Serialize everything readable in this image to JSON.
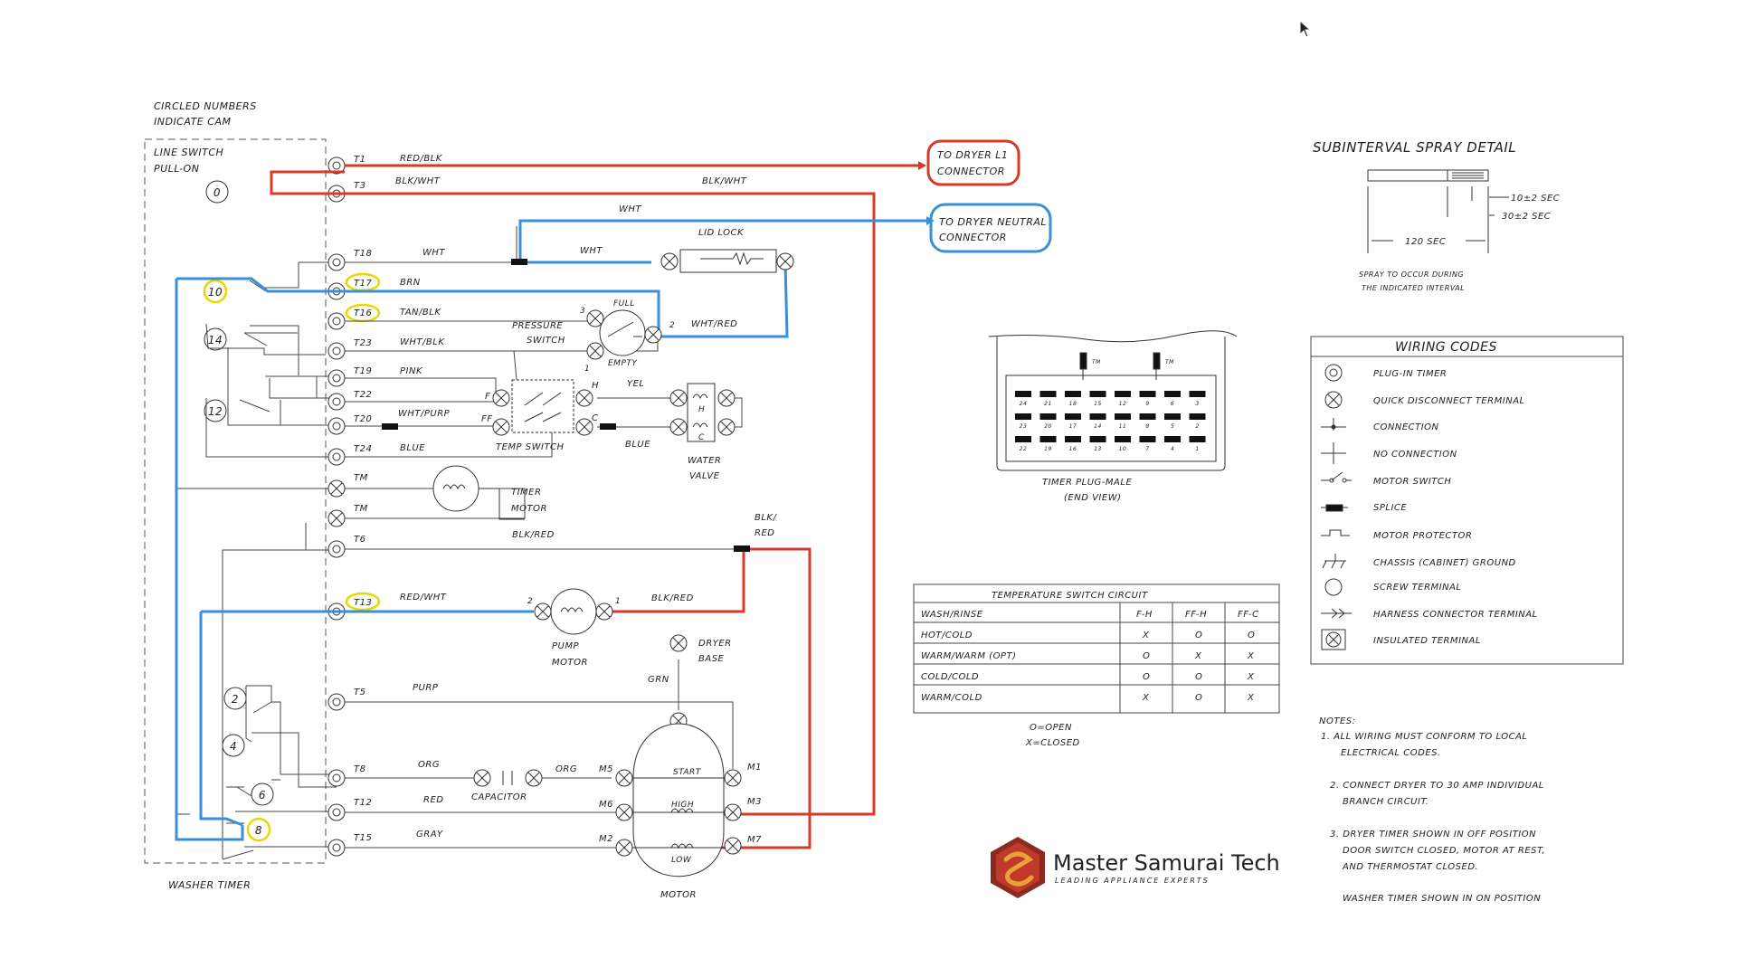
{
  "timer": {
    "cam_note_1": "CIRCLED NUMBERS",
    "cam_note_2": "INDICATE CAM",
    "line_switch_1": "LINE SWITCH",
    "line_switch_2": "PULL-ON",
    "footer": "WASHER TIMER",
    "cams": [
      "0",
      "10",
      "14",
      "12",
      "2",
      "4",
      "6",
      "8"
    ],
    "terminals": [
      "T1",
      "T3",
      "T18",
      "T17",
      "T16",
      "T23",
      "T19",
      "T22",
      "T20",
      "T24",
      "TM",
      "TM",
      "T6",
      "T13",
      "T5",
      "T8",
      "T12",
      "T15"
    ]
  },
  "wires": {
    "t1": "RED/BLK",
    "t3": "BLK/WHT",
    "t3_far": "BLK/WHT",
    "wht_top": "WHT",
    "t18": "WHT",
    "lid_wht": "WHT",
    "t17": "BRN",
    "t16": "TAN/BLK",
    "t23": "WHT/BLK",
    "t19": "PINK",
    "t20": "WHT/PURP",
    "t24": "BLUE",
    "yel": "YEL",
    "blue_valve": "BLUE",
    "t6": "BLK/RED",
    "blkred_v1": "BLK/",
    "blkred_v2": "RED",
    "t13": "RED/WHT",
    "pump_right": "BLK/RED",
    "t5": "PURP",
    "t8": "ORG",
    "org2": "ORG",
    "t12": "RED",
    "t15": "GRAY",
    "grn": "GRN",
    "wht_red": "WHT/RED"
  },
  "callouts": {
    "l1_1": "TO DRYER L1",
    "l1_2": "CONNECTOR",
    "neutral_1": "TO DRYER NEUTRAL",
    "neutral_2": "CONNECTOR"
  },
  "components": {
    "lid_lock": "LID LOCK",
    "pressure_1": "PRESSURE",
    "pressure_2": "SWITCH",
    "full": "FULL",
    "empty": "EMPTY",
    "ps_3": "3",
    "ps_1": "1",
    "ps_2": "2",
    "temp_switch": "TEMP SWITCH",
    "ts_f": "F",
    "ts_ff": "FF",
    "ts_h": "H",
    "ts_c": "C",
    "water_1": "WATER",
    "water_2": "VALVE",
    "valve_h": "H",
    "valve_c": "C",
    "timer_motor_1": "TIMER",
    "timer_motor_2": "MOTOR",
    "pump_1": "PUMP",
    "pump_2": "MOTOR",
    "pump_in": "2",
    "pump_out": "1",
    "dryer_base_1": "DRYER",
    "dryer_base_2": "BASE",
    "capacitor": "CAPACITOR",
    "motor": "MOTOR",
    "start": "START",
    "high": "HIGH",
    "low": "LOW",
    "m5": "M5",
    "m6": "M6",
    "m2": "M2",
    "m1": "M1",
    "m3": "M3",
    "m7": "M7"
  },
  "spray": {
    "title": "SUBINTERVAL SPRAY DETAIL",
    "t10": "10±2 SEC",
    "t30": "30±2 SEC",
    "t120": "120 SEC",
    "note_1": "SPRAY TO OCCUR DURING",
    "note_2": "THE INDICATED INTERVAL"
  },
  "plug": {
    "title_1": "TIMER PLUG-MALE",
    "title_2": "(END VIEW)",
    "tm": "TM",
    "row1": [
      "24",
      "21",
      "18",
      "15",
      "12",
      "9",
      "6",
      "3"
    ],
    "row2": [
      "23",
      "20",
      "17",
      "14",
      "11",
      "8",
      "5",
      "2"
    ],
    "row3": [
      "22",
      "19",
      "16",
      "13",
      "10",
      "7",
      "4",
      "1"
    ]
  },
  "wiring_codes": {
    "title": "WIRING CODES",
    "items": [
      {
        "label": "PLUG-IN TIMER",
        "icon": "plug-in-timer-icon"
      },
      {
        "label": "QUICK DISCONNECT TERMINAL",
        "icon": "quick-disconnect-icon"
      },
      {
        "label": "CONNECTION",
        "icon": "connection-icon"
      },
      {
        "label": "NO CONNECTION",
        "icon": "no-connection-icon"
      },
      {
        "label": "MOTOR SWITCH",
        "icon": "motor-switch-icon"
      },
      {
        "label": "SPLICE",
        "icon": "splice-icon"
      },
      {
        "label": "MOTOR PROTECTOR",
        "icon": "motor-protector-icon"
      },
      {
        "label": "CHASSIS (CABINET) GROUND",
        "icon": "ground-icon"
      },
      {
        "label": "SCREW TERMINAL",
        "icon": "screw-terminal-icon"
      },
      {
        "label": "HARNESS CONNECTOR TERMINAL",
        "icon": "harness-connector-icon"
      },
      {
        "label": "INSULATED TERMINAL",
        "icon": "insulated-terminal-icon"
      }
    ]
  },
  "temp_table": {
    "title": "TEMPERATURE SWITCH CIRCUIT",
    "headers": [
      "WASH/RINSE",
      "F-H",
      "FF-H",
      "FF-C"
    ],
    "rows": [
      [
        "HOT/COLD",
        "X",
        "O",
        "O"
      ],
      [
        "WARM/WARM (OPT)",
        "O",
        "X",
        "X"
      ],
      [
        "COLD/COLD",
        "O",
        "O",
        "X"
      ],
      [
        "WARM/COLD",
        "X",
        "O",
        "X"
      ]
    ],
    "legend_open": "O=OPEN",
    "legend_closed": "X=CLOSED"
  },
  "notes": {
    "title": "NOTES:",
    "n1a": "1. ALL WIRING MUST CONFORM TO LOCAL",
    "n1b": "ELECTRICAL CODES.",
    "n2a": "2. CONNECT DRYER TO 30 AMP INDIVIDUAL",
    "n2b": "BRANCH CIRCUIT.",
    "n3a": "3. DRYER TIMER SHOWN IN OFF POSITION",
    "n3b": "DOOR SWITCH CLOSED, MOTOR AT REST,",
    "n3c": "AND THERMOSTAT CLOSED.",
    "n4": "WASHER TIMER SHOWN IN ON POSITION"
  },
  "brand": {
    "name": "Master Samurai Tech",
    "tagline": "LEADING APPLIANCE EXPERTS",
    "logo_letter": "S",
    "logo_color": "#c0392b",
    "accent": "#d98b36"
  },
  "colors": {
    "red_wire": "#d63a2b",
    "blue_wire": "#3a8fd8",
    "highlight": "#f0e000"
  }
}
